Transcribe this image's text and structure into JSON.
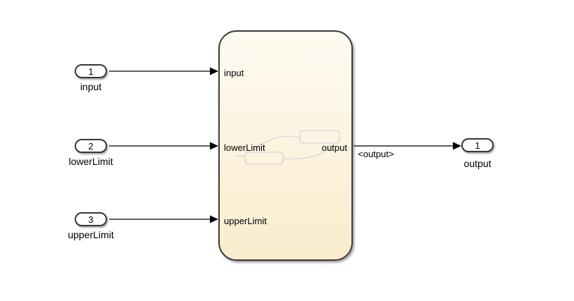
{
  "diagram": {
    "type": "simulink-block-diagram",
    "background_color": "#ffffff",
    "inports": [
      {
        "number": "1",
        "name": "input"
      },
      {
        "number": "2",
        "name": "lowerLimit"
      },
      {
        "number": "3",
        "name": "upperLimit"
      }
    ],
    "subsystem": {
      "kind": "chart-block",
      "input_port_labels": [
        "input",
        "lowerLimit",
        "upperLimit"
      ],
      "output_port_label": "output",
      "fill_top": "#fefbf2",
      "fill_bottom": "#faeccd",
      "border_color": "#3b3b3b",
      "watermark_color": "#d2cdda"
    },
    "outport": {
      "number": "1",
      "name": "output"
    },
    "signal_label": "<output>",
    "wire_color": "#000000"
  }
}
